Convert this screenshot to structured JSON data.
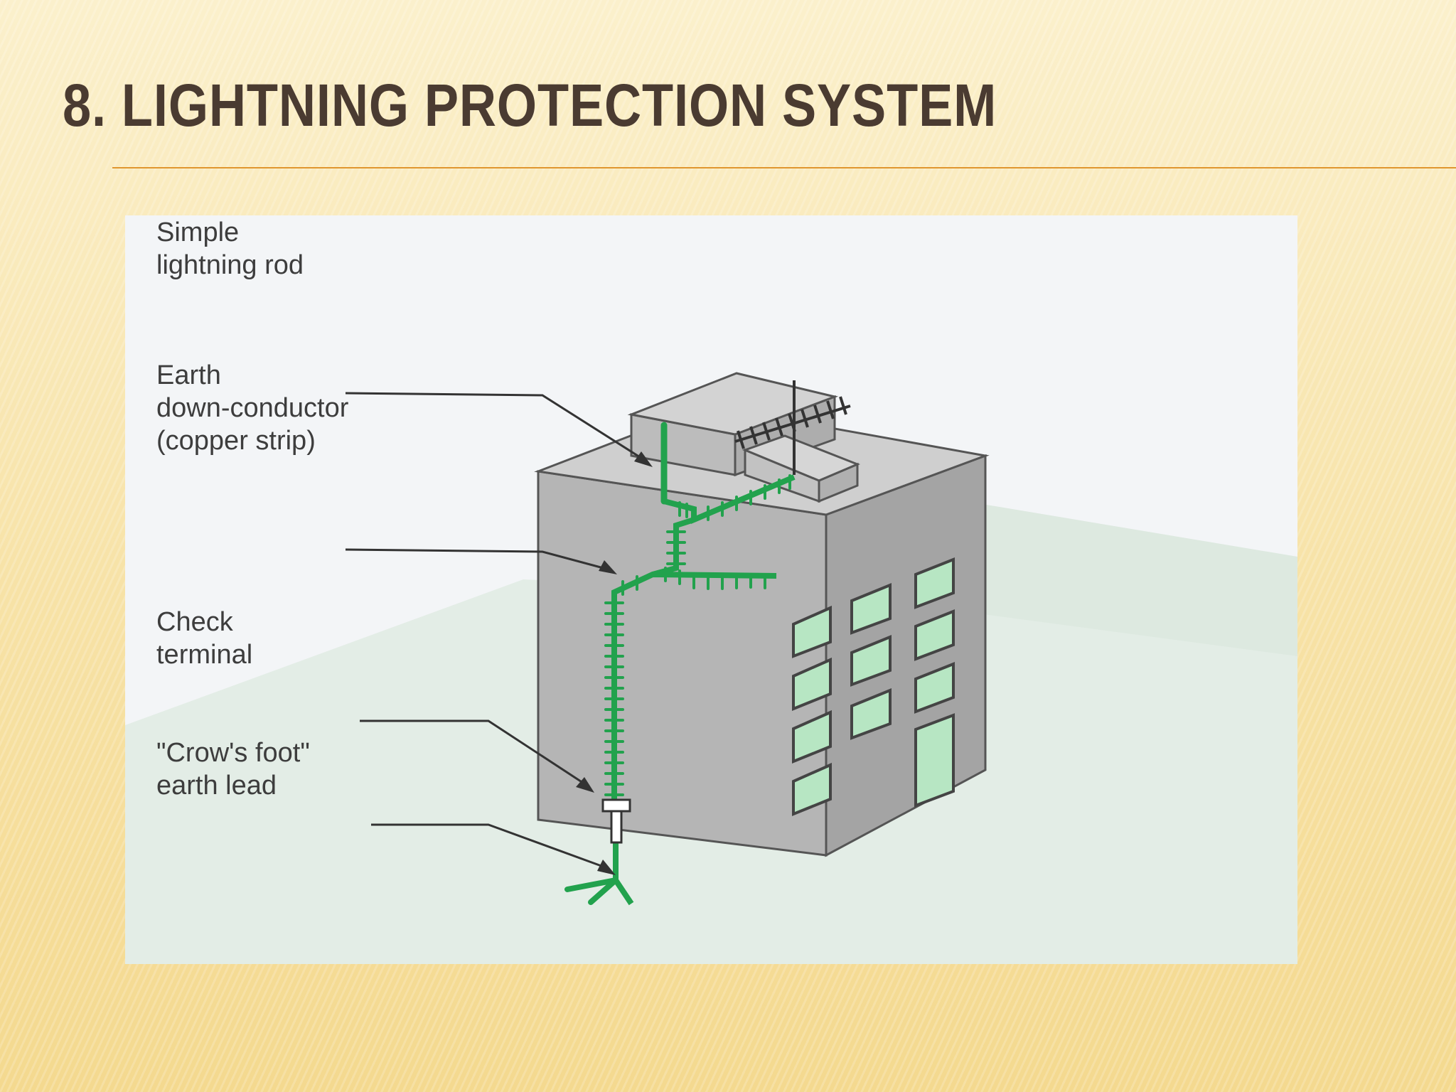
{
  "slide": {
    "title": "8. LIGHTNING PROTECTION SYSTEM"
  },
  "diagram": {
    "labels": {
      "lightning_rod": [
        "Simple",
        "lightning rod"
      ],
      "down_conductor": [
        "Earth",
        "down-conductor",
        "(copper strip)"
      ],
      "check_terminal": [
        "Check",
        "terminal"
      ],
      "crows_foot": [
        "\"Crow's foot\"",
        "earth lead"
      ]
    },
    "colors": {
      "conductor": "#22a24d",
      "building_front": "#b5b5b5",
      "building_side": "#a4a4a4",
      "building_roof": "#cfcfcf",
      "window_glass": "#b7e6c3",
      "ground": "#e3ede6",
      "title": "#4a3b31",
      "rule": "#e0962f"
    }
  }
}
